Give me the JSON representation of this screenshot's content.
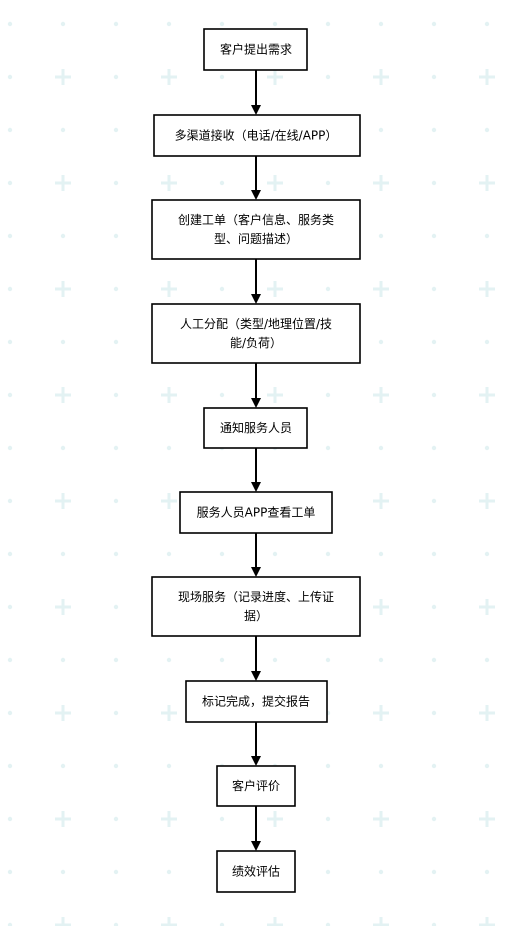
{
  "diagram": {
    "type": "flowchart",
    "direction": "top-to-bottom",
    "colors": {
      "node_border": "#000000",
      "node_fill": "#ffffff",
      "text": "#000000",
      "edge": "#000000",
      "background": "#ffffff",
      "background_pattern": "#e3f2f3"
    },
    "nodes": [
      {
        "id": "n1",
        "lines": [
          "客户提出需求"
        ]
      },
      {
        "id": "n2",
        "lines": [
          "多渠道接收（电话/在线/APP）"
        ]
      },
      {
        "id": "n3",
        "lines": [
          "创建工单（客户信息、服务类",
          "型、问题描述）"
        ]
      },
      {
        "id": "n4",
        "lines": [
          "人工分配（类型/地理位置/技",
          "能/负荷）"
        ]
      },
      {
        "id": "n5",
        "lines": [
          "通知服务人员"
        ]
      },
      {
        "id": "n6",
        "lines": [
          "服务人员APP查看工单"
        ]
      },
      {
        "id": "n7",
        "lines": [
          "现场服务（记录进度、上传证",
          "据）"
        ]
      },
      {
        "id": "n8",
        "lines": [
          "标记完成，提交报告"
        ]
      },
      {
        "id": "n9",
        "lines": [
          "客户评价"
        ]
      },
      {
        "id": "n10",
        "lines": [
          "绩效评估"
        ]
      }
    ],
    "edges": [
      {
        "from": "n1",
        "to": "n2"
      },
      {
        "from": "n2",
        "to": "n3"
      },
      {
        "from": "n3",
        "to": "n4"
      },
      {
        "from": "n4",
        "to": "n5"
      },
      {
        "from": "n5",
        "to": "n6"
      },
      {
        "from": "n6",
        "to": "n7"
      },
      {
        "from": "n7",
        "to": "n8"
      },
      {
        "from": "n8",
        "to": "n9"
      },
      {
        "from": "n9",
        "to": "n10"
      }
    ]
  }
}
